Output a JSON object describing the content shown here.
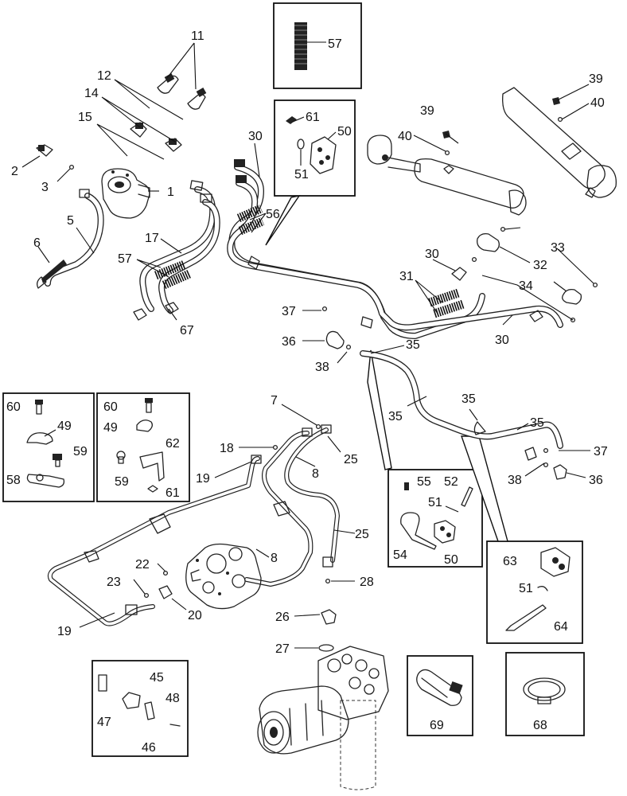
{
  "callouts": {
    "c1": "1",
    "c2": "2",
    "c3": "3",
    "c5": "5",
    "c6": "6",
    "c7": "7",
    "c8a": "8",
    "c8b": "8",
    "c11": "11",
    "c12": "12",
    "c14": "14",
    "c15": "15",
    "c17": "17",
    "c18": "18",
    "c19a": "19",
    "c19b": "19",
    "c20": "20",
    "c22": "22",
    "c23": "23",
    "c25a": "25",
    "c25b": "25",
    "c26": "26",
    "c27": "27",
    "c28": "28",
    "c30a": "30",
    "c30b": "30",
    "c30c": "30",
    "c31": "31",
    "c32": "32",
    "c33": "33",
    "c34": "34",
    "c35a": "35",
    "c35b": "35",
    "c35c": "35",
    "c35d": "35",
    "c36a": "36",
    "c36b": "36",
    "c37a": "37",
    "c37b": "37",
    "c38a": "38",
    "c38b": "38",
    "c39a": "39",
    "c39b": "39",
    "c40a": "40",
    "c40b": "40",
    "c45": "45",
    "c46": "46",
    "c47": "47",
    "c48": "48",
    "c49a": "49",
    "c49b": "49",
    "c50a": "50",
    "c50b": "50",
    "c51a": "51",
    "c51b": "51",
    "c51c": "51",
    "c52": "52",
    "c54": "54",
    "c55": "55",
    "c56": "56",
    "c57a": "57",
    "c57b": "57",
    "c58": "58",
    "c59a": "59",
    "c59b": "59",
    "c60a": "60",
    "c60b": "60",
    "c61a": "61",
    "c61b": "61",
    "c62": "62",
    "c63": "63",
    "c64": "64",
    "c67": "67",
    "c68": "68",
    "c69": "69"
  }
}
